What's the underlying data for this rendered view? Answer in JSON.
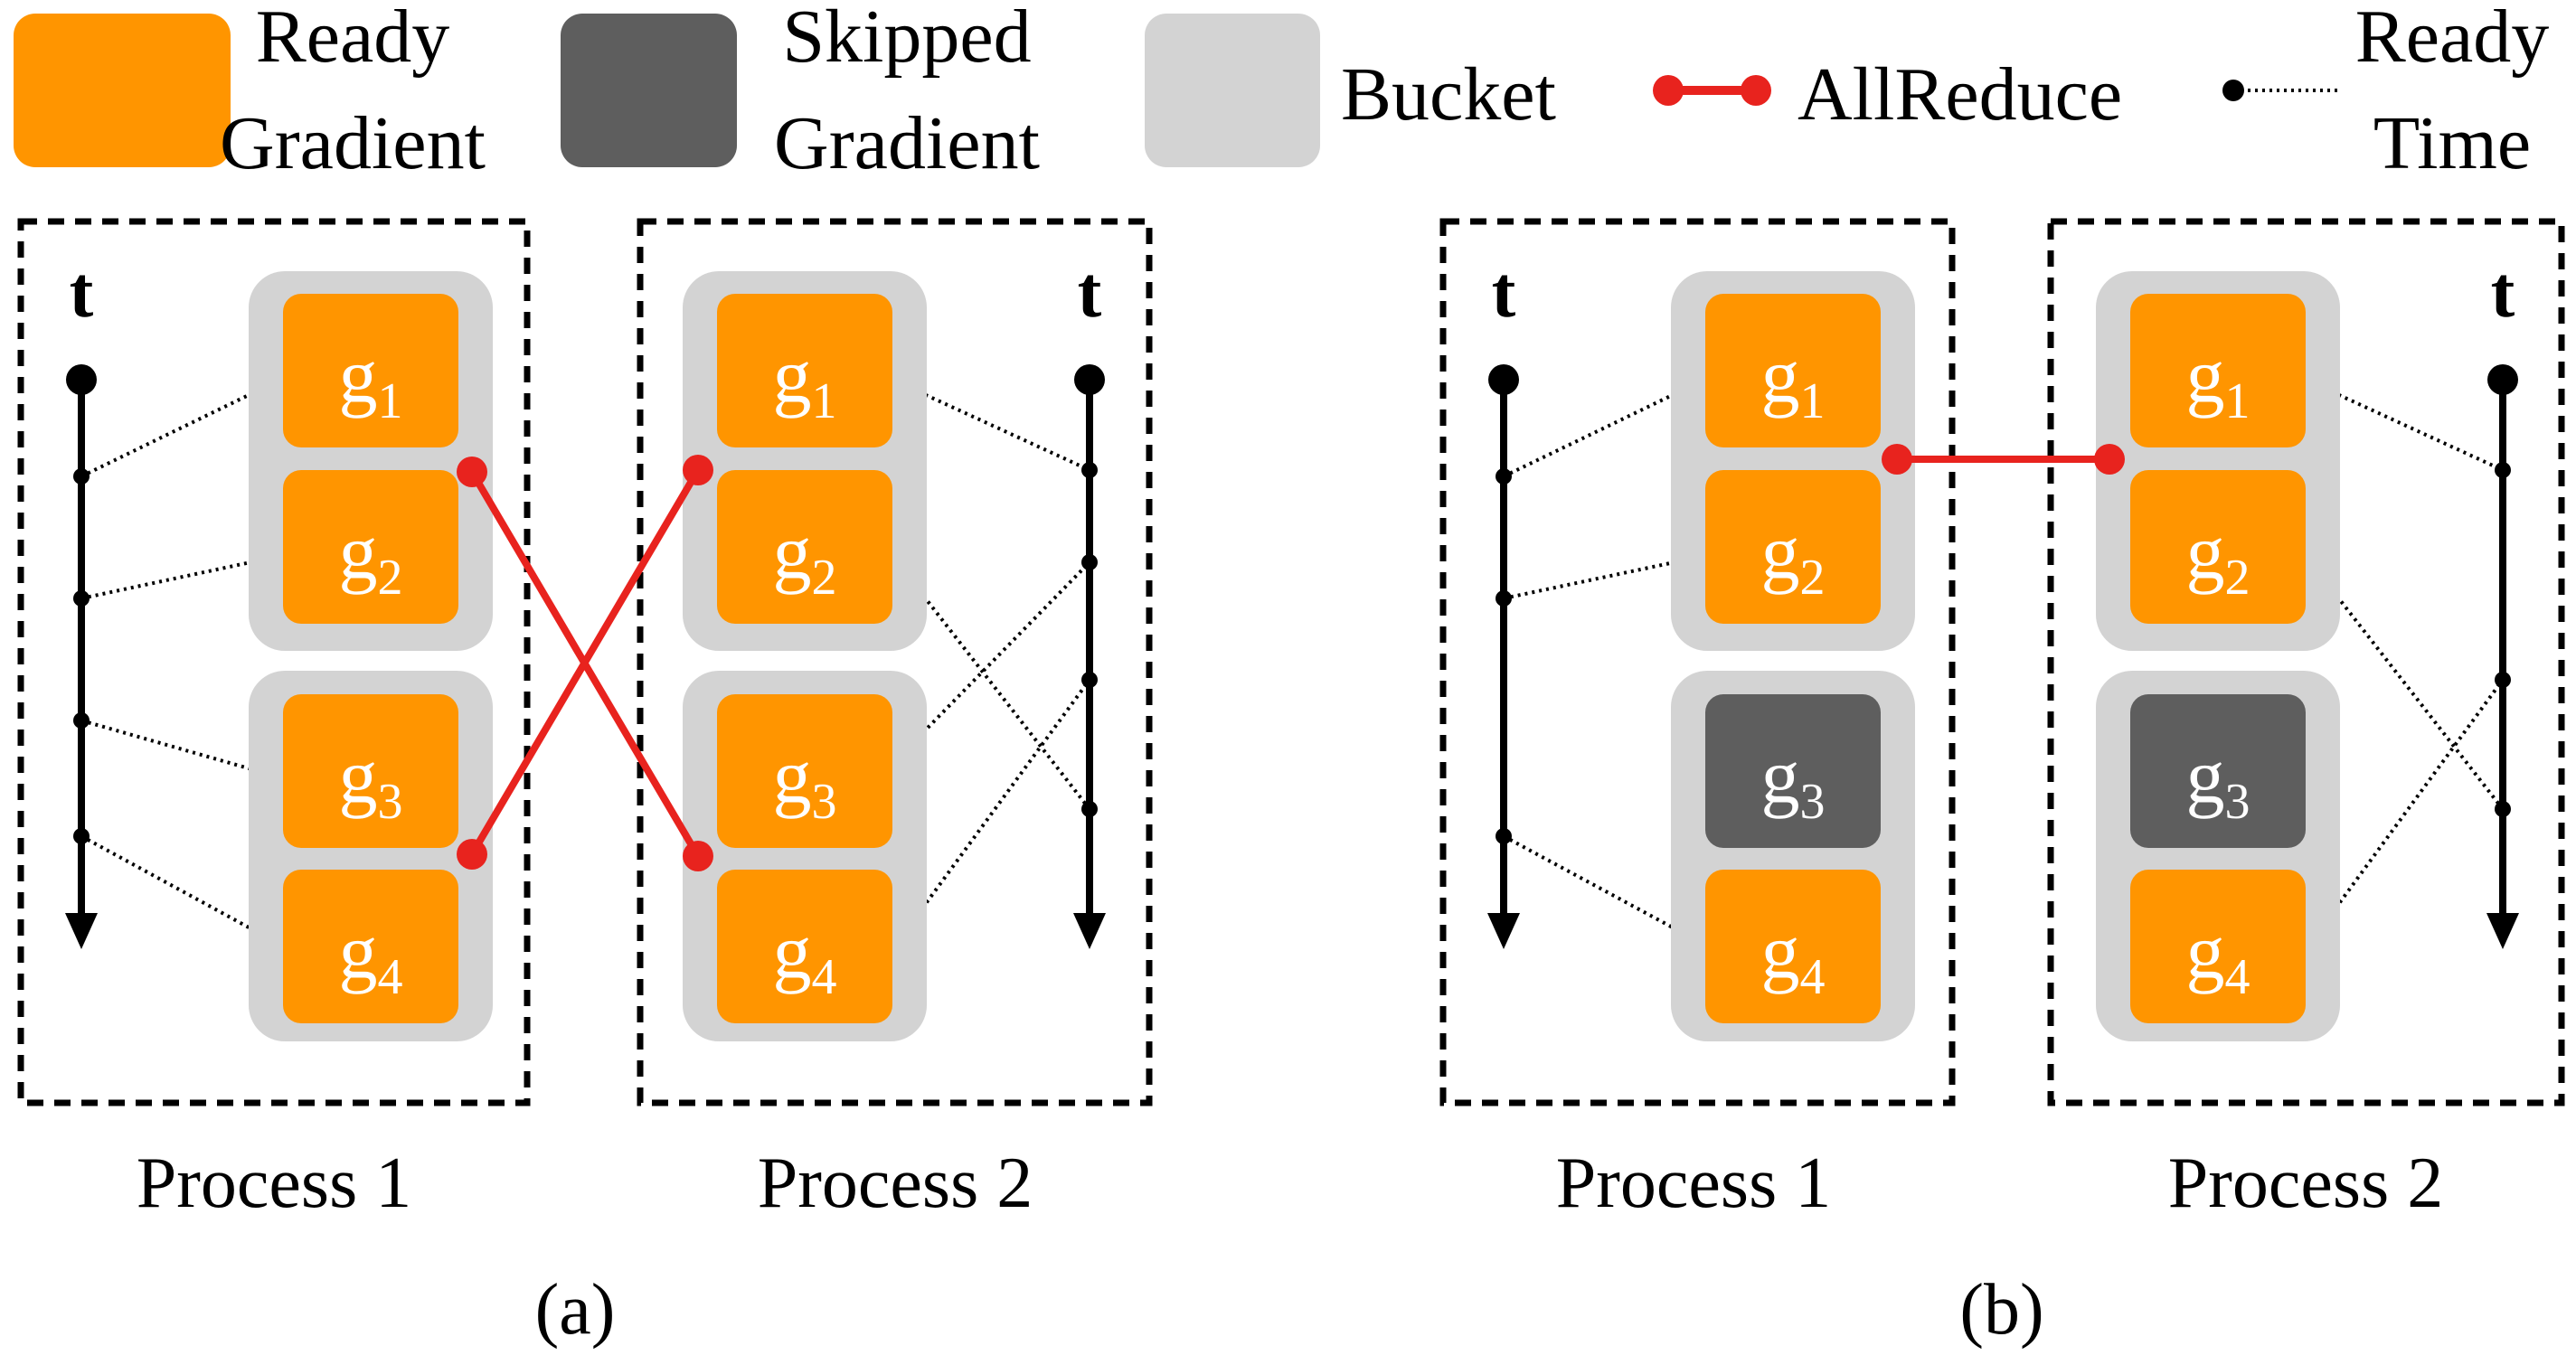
{
  "legend": {
    "ready_line1": "Ready",
    "ready_line2": "Gradient",
    "skipped_line1": "Skipped",
    "skipped_line2": "Gradient",
    "bucket": "Bucket",
    "allreduce": "AllReduce",
    "readytime_line1": "Ready",
    "readytime_line2": "Time"
  },
  "colors": {
    "ready": "#FF9500",
    "skipped": "#5E5E5E",
    "bucket": "#D3D3D3",
    "allreduce": "#E8231E",
    "line": "#000000"
  },
  "time_axis_label": "t",
  "gradient_letter": "g",
  "gradients": [
    "1",
    "2",
    "3",
    "4"
  ],
  "panel_a": {
    "caption": "(a)",
    "process1": {
      "label": "Process 1",
      "states": [
        "ready",
        "ready",
        "ready",
        "ready"
      ]
    },
    "process2": {
      "label": "Process 2",
      "states": [
        "ready",
        "ready",
        "ready",
        "ready"
      ]
    }
  },
  "panel_b": {
    "caption": "(b)",
    "process1": {
      "label": "Process 1",
      "states": [
        "ready",
        "ready",
        "skipped",
        "ready"
      ]
    },
    "process2": {
      "label": "Process 2",
      "states": [
        "ready",
        "ready",
        "skipped",
        "ready"
      ]
    }
  }
}
